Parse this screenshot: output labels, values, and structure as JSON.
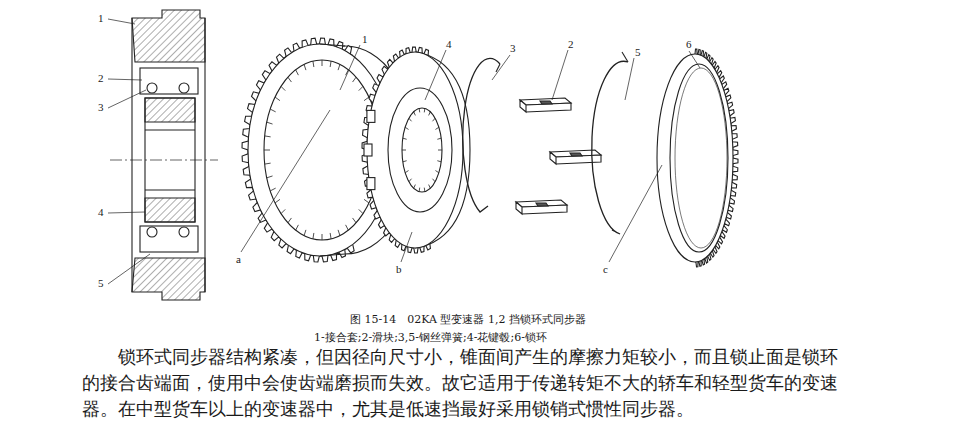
{
  "diagram": {
    "caption": "图 15-14　02KA 型变速器 1,2 挡锁环式同步器",
    "labels": [
      "1",
      "2",
      "3",
      "4",
      "5",
      "1",
      "4",
      "3",
      "2",
      "5",
      "6",
      "a",
      "b",
      "c",
      "1-接合套;2-滑块;3,5-钢丝弹簧;4-花键毂;6-锁环",
      "锁环式同步器结构紧凑，但因径向尺寸小，锥面间产生的摩擦力矩较小，而且锁止面是锁环的接合齿端面，使用中会使齿端磨损而失效。故它适用于传递转矩不大的轿车和轻型货车的变速器。在中型货车以上的变速器中，尤其是低速挡最好采用锁销式惯性同步器。"
    ]
  }
}
